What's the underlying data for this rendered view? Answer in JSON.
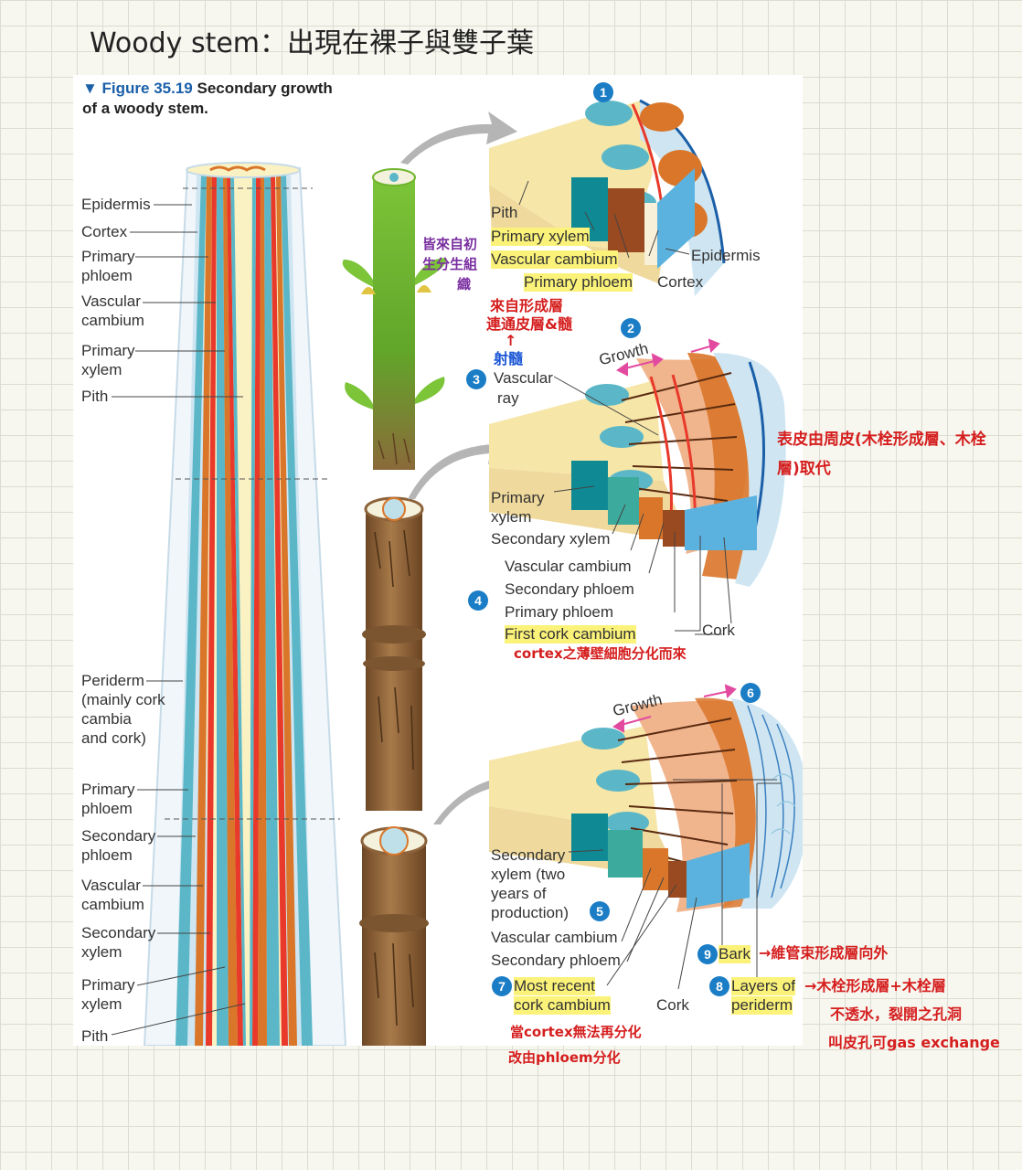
{
  "page": {
    "title": "Woody stem：出現在裸子與雙子葉"
  },
  "figure": {
    "number": "▼ Figure 35.19",
    "title_1": "Secondary growth",
    "title_2": "of a woody stem."
  },
  "left_labels": {
    "epidermis": "Epidermis",
    "cortex": "Cortex",
    "primary_phloem_1": "Primary",
    "primary_phloem_2": "phloem",
    "vascular_cambium_1": "Vascular",
    "vascular_cambium_2": "cambium",
    "primary_xylem_1": "Primary",
    "primary_xylem_2": "xylem",
    "pith": "Pith",
    "periderm_1": "Periderm",
    "periderm_2": "(mainly cork",
    "periderm_3": "cambia",
    "periderm_4": "and cork)",
    "primary_phloem_b1": "Primary",
    "primary_phloem_b2": "phloem",
    "secondary_phloem_1": "Secondary",
    "secondary_phloem_2": "phloem",
    "vascular_cambium_b1": "Vascular",
    "vascular_cambium_b2": "cambium",
    "secondary_xylem_1": "Secondary",
    "secondary_xylem_2": "xylem",
    "primary_xylem_b1": "Primary",
    "primary_xylem_b2": "xylem",
    "pith_b": "Pith"
  },
  "step_numbers": [
    "1",
    "2",
    "3",
    "4",
    "5",
    "6",
    "7",
    "8",
    "9"
  ],
  "wedge1_labels": {
    "pith": "Pith",
    "primary_xylem": "Primary xylem",
    "vascular_cambium": "Vascular cambium",
    "primary_phloem": "Primary phloem",
    "epidermis": "Epidermis",
    "cortex": "Cortex"
  },
  "wedge2_labels": {
    "growth": "Growth",
    "vascular_ray_1": "Vascular",
    "vascular_ray_2": "ray",
    "primary_xylem_1": "Primary",
    "primary_xylem_2": "xylem",
    "secondary_xylem": "Secondary xylem",
    "vascular_cambium": "Vascular cambium",
    "secondary_phloem": "Secondary phloem",
    "primary_phloem": "Primary phloem",
    "first_cork_cambium": "First cork cambium",
    "cork": "Cork"
  },
  "wedge3_labels": {
    "growth": "Growth",
    "secondary_xylem_1": "Secondary",
    "secondary_xylem_2": "xylem (two",
    "secondary_xylem_3": "years of",
    "secondary_xylem_4": "production)",
    "vascular_cambium": "Vascular cambium",
    "secondary_phloem": "Secondary phloem",
    "most_recent_1": "Most recent",
    "most_recent_2": "cork cambium",
    "cork": "Cork",
    "bark": "Bark",
    "layers_1": "Layers of",
    "layers_2": "periderm"
  },
  "handwritten_notes": {
    "primary_tissue_1": "皆來自初",
    "primary_tissue_2": "生分生組",
    "primary_tissue_3": "織",
    "ray_origin_1": "來自形成層",
    "ray_origin_2": "連通皮層&髓",
    "ray_arrow": "↑",
    "ray_name": "射髓",
    "epidermis_replaced_1": "表皮由周皮(木栓形成層、木栓",
    "epidermis_replaced_2": "層)取代",
    "cork_cambium_origin": "cortex之薄壁細胞分化而來",
    "recent_cork_1": "當cortex無法再分化",
    "recent_cork_2": "改由phloem分化",
    "bark_note": "→維管束形成層向外",
    "periderm_note_1": "→木栓形成層+木栓層",
    "periderm_note_2": "不透水，裂開之孔洞",
    "periderm_note_3": "叫皮孔可gas exchange"
  },
  "colors": {
    "pith": "#fbf0c0",
    "xylem": "#5bb7c7",
    "cambium": "#e8392a",
    "phloem": "#d9762a",
    "cortex": "#f8f0d8",
    "epidermis": "#cbe3f0",
    "stem_green": "#6fb52e",
    "bark": "#9b6a3c",
    "accent_blue": "#1b7dc5",
    "note_red": "#d51e1e",
    "note_purple": "#7a2fa0",
    "highlight": "#fbf27a"
  }
}
